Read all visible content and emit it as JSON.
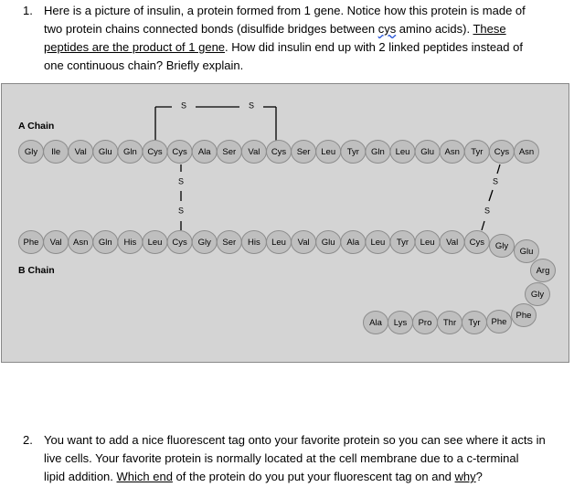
{
  "question1": {
    "number": "1.",
    "line1": "Here is a picture of insulin, a protein formed from 1 gene.  Notice how this protein is made of",
    "line2_pre": "two protein chains connected bonds (disulfide bridges between ",
    "line2_cys": "cys",
    "line2_mid": " amino acids).  ",
    "line2_ul": "These",
    "line3_ul": "peptides are the product of 1 gene",
    "line3_post": ".  How did insulin end up with 2 linked peptides instead of",
    "line4": "one continuous chain?  Briefly explain."
  },
  "figure": {
    "a_chain_label": "A Chain",
    "b_chain_label": "B Chain",
    "bond_symbol": "S",
    "a_chain": [
      "Gly",
      "Ile",
      "Val",
      "Glu",
      "Gln",
      "Cys",
      "Cys",
      "Ala",
      "Ser",
      "Val",
      "Cys",
      "Ser",
      "Leu",
      "Tyr",
      "Gln",
      "Leu",
      "Glu",
      "Asn",
      "Tyr",
      "Cys",
      "Asn"
    ],
    "b_chain": [
      "Phe",
      "Val",
      "Asn",
      "Gln",
      "His",
      "Leu",
      "Cys",
      "Gly",
      "Ser",
      "His",
      "Leu",
      "Val",
      "Glu",
      "Ala",
      "Leu",
      "Tyr",
      "Leu",
      "Val",
      "Cys",
      "Gly",
      "Glu",
      "Arg",
      "Gly",
      "Phe",
      "Phe",
      "Tyr",
      "Thr",
      "Pro",
      "Lys",
      "Ala"
    ],
    "colors": {
      "bead": "#bfbfbf",
      "bead_edge": "#8c8c8c",
      "panel": "#d4d4d4",
      "bond": "#000000"
    }
  },
  "question2": {
    "number": "2.",
    "line1": "You want to add a nice fluorescent tag onto your favorite protein so you can see where it acts in",
    "line2": "live cells.  Your favorite protein is normally located at the cell membrane due to a c-terminal",
    "line3_pre": "lipid addition.  ",
    "line3_ul1": "Which end",
    "line3_mid": " of the protein do you put your fluorescent tag on and ",
    "line3_ul2": "why",
    "line3_post": "?"
  }
}
